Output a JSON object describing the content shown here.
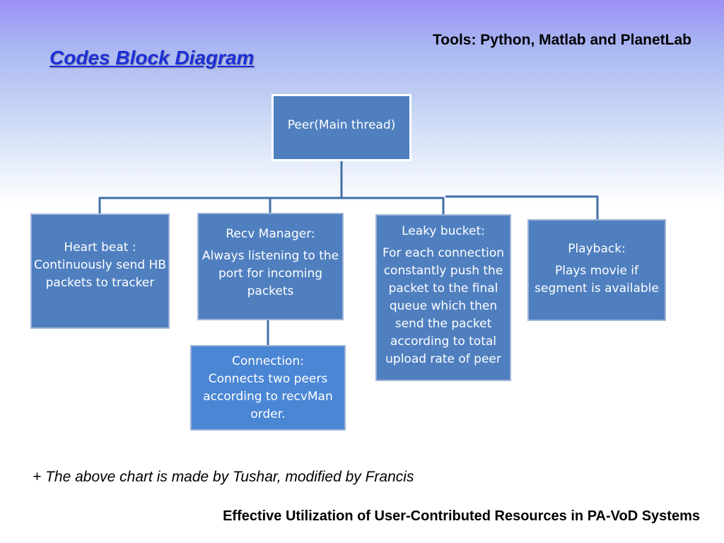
{
  "header": {
    "tools": "Tools: Python, Matlab and PlanetLab",
    "title": "Codes Block Diagram"
  },
  "diagram": {
    "peer": {
      "label": "Peer(Main thread)"
    },
    "heartbeat": {
      "label": "Heart beat : Continuously send HB packets to tracker"
    },
    "recv": {
      "head": "Recv Manager:",
      "body": "Always listening to the port for incoming packets"
    },
    "leaky": {
      "head": "Leaky bucket:",
      "body": "For each connection constantly push the packet to the final queue which then send the packet according to total upload rate of peer"
    },
    "playback": {
      "head": "Playback:",
      "body": "Plays movie if segment is available"
    },
    "connection": {
      "head": "Connection:",
      "body": "Connects two peers according to recvMan order."
    }
  },
  "colors": {
    "box": "#4f7fbf",
    "connector": "#3f6fa8",
    "title": "#1d2fd6"
  },
  "footnote": "+ The above chart is made by Tushar, modified by Francis",
  "footer": "Effective Utilization of User-Contributed Resources in PA-VoD Systems"
}
